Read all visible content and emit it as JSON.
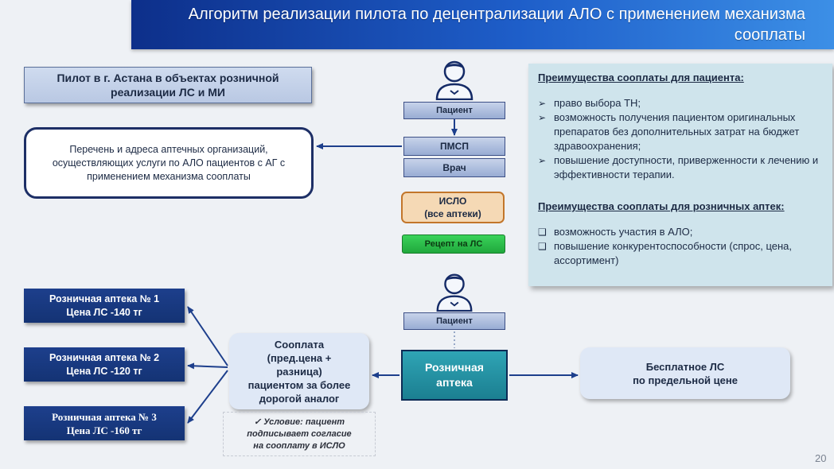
{
  "title": "Алгоритм реализации пилота по децентрализации АЛО с применением механизма сооплаты",
  "pilot_label": "Пилот в г. Астана в объектах розничной реализации ЛС и МИ",
  "pharmacy_list_note": "Перечень и адреса аптечных организаций, осуществляющих услуги по АЛО пациентов с АГ с применением механизма сооплаты",
  "flow": {
    "patient_top": "Пациент",
    "pmsp": "ПМСП",
    "doctor": "Врач",
    "islo_line1": "ИСЛО",
    "islo_line2": "(все аптеки)",
    "prescription": "Рецепт на ЛС",
    "patient_bottom": "Пациент"
  },
  "benefits": {
    "patient_heading": "Преимущества сооплаты для пациента:",
    "patient_items": [
      "право выбора ТН;",
      "возможность получения пациентом оригинальных препаратов без дополнительных затрат на бюджет здравоохранения;",
      "повышение доступности, приверженности к лечению и эффективности терапии."
    ],
    "pharmacy_heading": "Преимущества сооплаты для розничных аптек:",
    "pharmacy_items": [
      "возможность участия в АЛО;",
      "повышение конкурентоспособности (спрос, цена, ассортимент)"
    ]
  },
  "pharmacies": [
    {
      "name": "Розничная аптека № 1",
      "price": "Цена ЛС -140 тг"
    },
    {
      "name": "Розничная аптека № 2",
      "price": "Цена ЛС -120 тг"
    },
    {
      "name": "Розничная аптека № 3",
      "price": "Цена ЛС -160 тг"
    }
  ],
  "copay": {
    "line1": "Сооплата",
    "line2": "(пред.цена +",
    "line3": "разница)",
    "line4": "пациентом за более",
    "line5": "дорогой аналог"
  },
  "retail": {
    "line1": "Розничная",
    "line2": "аптека"
  },
  "free": {
    "line1": "Бесплатное ЛС",
    "line2": "по предельной цене"
  },
  "condition": {
    "line1": "Условие: пациент",
    "line2": "подписывает согласие",
    "line3": "на сооплату в ИСЛО"
  },
  "page_number": "20",
  "colors": {
    "title_band": "#1e5ec9",
    "arrow": "#1d3f8c",
    "pharmacy_box": "#1d3f8c",
    "retail_box": "#2fa4b5",
    "islo_box": "#f5d9b5",
    "prescription_box": "#2cc24a",
    "benefits_panel": "#cfe4ec"
  }
}
